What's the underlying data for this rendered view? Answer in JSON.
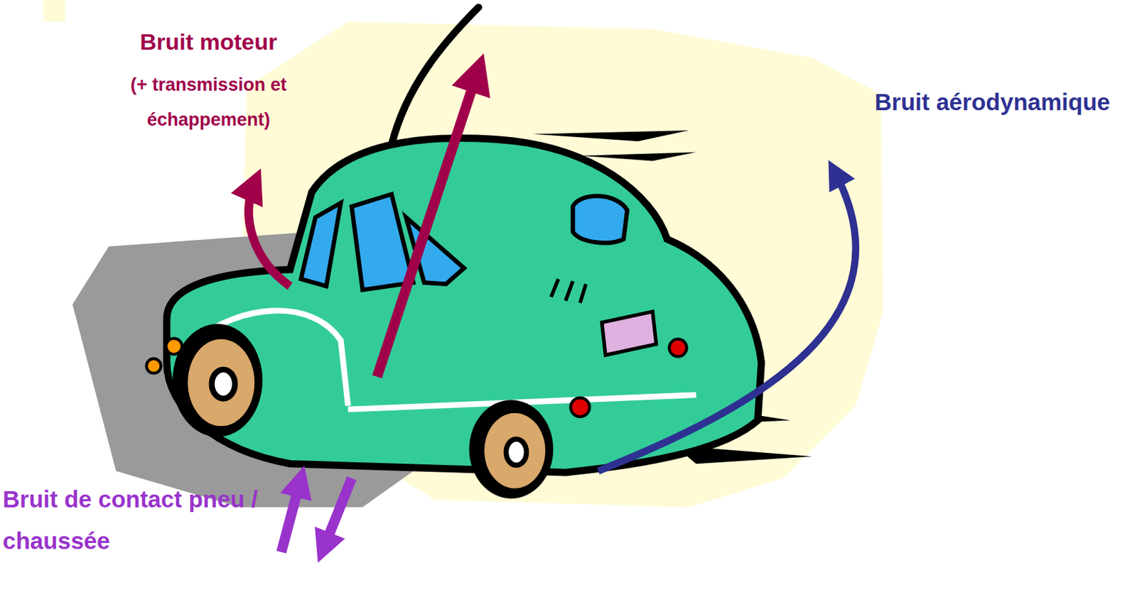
{
  "diagram": {
    "labels": [
      "Bruit moteur",
      "(+ transmission et échappement)",
      "Bruit aérodynamique",
      "Bruit de contact pneu / chaussée"
    ]
  }
}
